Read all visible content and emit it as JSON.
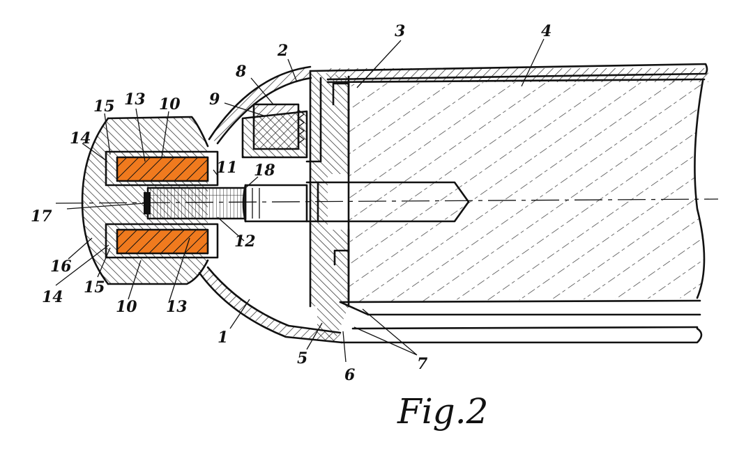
{
  "figure": {
    "caption": "Fig.2",
    "colors": {
      "ink": "#111111",
      "highlight": "#f07a1e",
      "paper": "#ffffff"
    },
    "labels": {
      "n1": "1",
      "n2": "2",
      "n3": "3",
      "n4": "4",
      "n5": "5",
      "n6": "6",
      "n7": "7",
      "n8": "8",
      "n9": "9",
      "n10_top": "10",
      "n10_bottom": "10",
      "n11": "11",
      "n12": "12",
      "n13_top": "13",
      "n13_bottom": "13",
      "n14_top": "14",
      "n14_bottom": "14",
      "n15_top": "15",
      "n15_bottom": "15",
      "n16": "16",
      "n17": "17",
      "n18": "18"
    }
  }
}
